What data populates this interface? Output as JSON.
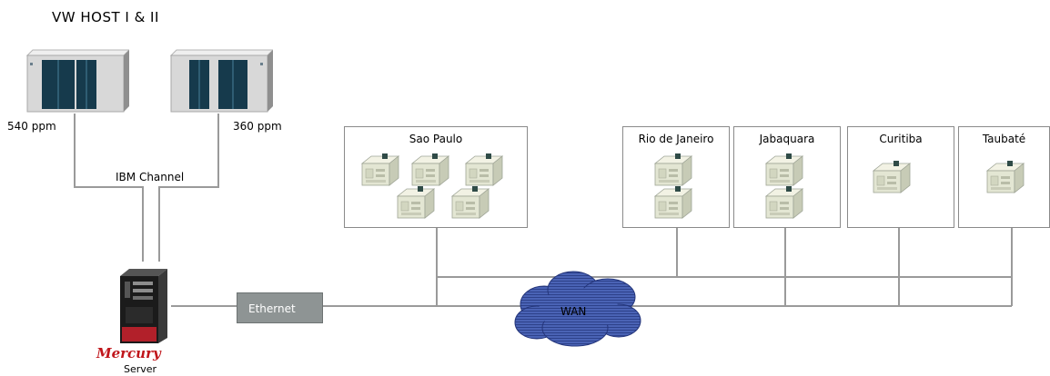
{
  "title": "VW HOST I & II",
  "hosts": [
    {
      "speed": "540 ppm"
    },
    {
      "speed": "360 ppm"
    }
  ],
  "channel_label": "IBM Channel",
  "server": {
    "brand": "Mercury",
    "label": "Server"
  },
  "ethernet_label": "Ethernet",
  "wan_label": "WAN",
  "sites": [
    {
      "name": "Sao Paulo",
      "printers": 5
    },
    {
      "name": "Rio de Janeiro",
      "printers": 2
    },
    {
      "name": "Jabaquara",
      "printers": 2
    },
    {
      "name": "Curitiba",
      "printers": 1
    },
    {
      "name": "Taubaté",
      "printers": 1
    }
  ],
  "colors": {
    "line": "#9a9a9a",
    "ethernet_fill": "#8e9494",
    "wan_cloud": "#4a63b5",
    "mercury_red": "#c0161b",
    "mainframe_body": "#d8d8d8",
    "mainframe_panel": "#163a4c"
  }
}
